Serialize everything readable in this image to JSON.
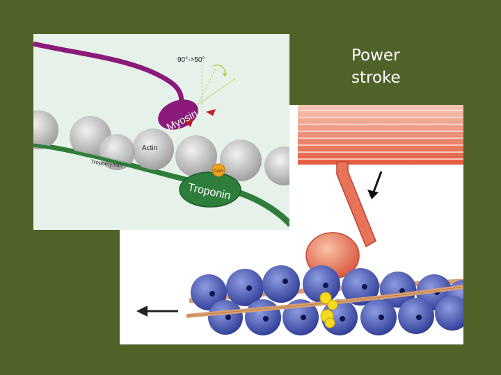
{
  "slide": {
    "title_line1": "Power",
    "title_line2": "stroke"
  },
  "upper_diagram": {
    "angle_label": "90°->50°",
    "myosin_label": "Myosin",
    "actin_label": "Actin",
    "tropomyosin_label": "Tropomyosin",
    "troponin_label": "Troponin",
    "calcium_label": "Ca2+"
  },
  "colors": {
    "background": "#4f6228",
    "myosin": "#8b1a7a",
    "troponin": "#2e7d3a",
    "actin_bead": "#b8b8b8",
    "thick_filament": "#e8735a",
    "lower_actin_bead": "#3f4fb0",
    "tropomyosin_strand": "#d9a070",
    "troponin_lower": "#f2d21a"
  }
}
